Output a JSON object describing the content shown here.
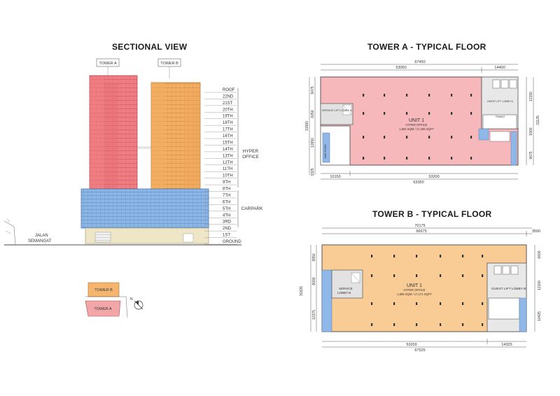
{
  "sectional": {
    "title": "SECTIONAL VIEW",
    "tower_a_label": "TOWER A",
    "tower_b_label": "TOWER B",
    "floors": [
      "ROOF",
      "22ND",
      "21ST",
      "20TH",
      "19TH",
      "18TH",
      "17TH",
      "16TH",
      "15TH",
      "14TH",
      "13TH",
      "12TH",
      "11TH",
      "10TH",
      "9TH",
      "8TH",
      "7TH",
      "6TH",
      "5TH",
      "4TH",
      "3RD",
      "2ND",
      "1ST",
      "GROUND"
    ],
    "zone_hyper": "HYPER OFFICE",
    "zone_carpark": "CARPARK",
    "street_label": "JALAN SEMANGAT"
  },
  "keyplan": {
    "tower_b": "TOWER B",
    "tower_a": "TOWER A",
    "north": "N"
  },
  "tower_a": {
    "title": "TOWER A - TYPICAL FLOOR",
    "dims": {
      "top_total": "67450",
      "top_left": "53050",
      "top_right": "14400",
      "bottom_left": "10150",
      "bottom_mid": "53200",
      "bottom_total": "63350",
      "left_1": "9475",
      "left_2": "6050",
      "left_3": "12650",
      "left_4": "3325",
      "left_total": "31500",
      "right_1": "12150",
      "right_2": "9300",
      "right_3": "9675",
      "right_total": "31125"
    },
    "unit_title": "UNIT 1",
    "unit_type": "HYPER OFFICE",
    "unit_area": "1,604 SQM / 17,265 SQFT",
    "service_lobby": "SERVICE LIFT LOBBY A",
    "guest_lobby": "GUEST LIFT LOBBY A",
    "mech": "M&E ROOM",
    "female": "FEMALE"
  },
  "tower_b": {
    "title": "TOWER B - TYPICAL FLOOR",
    "dims": {
      "top_total": "70175",
      "top_left": "66675",
      "top_right": "3500",
      "bottom_mid": "53200",
      "bottom_right": "14325",
      "bottom_total": "67525",
      "left_1": "9950",
      "left_2": "8000",
      "left_3": "12375",
      "left_total": "30325",
      "right_1": "6600",
      "right_2": "12100",
      "right_3": "10425"
    },
    "unit_title": "UNIT 1",
    "unit_type": "HYPER OFFICE",
    "unit_area": "1,595 SQM / 17,171 SQFT",
    "service_lobby": "SERVICE LOBBY B",
    "guest_lobby": "GUEST LIFT LOBBY B"
  },
  "colors": {
    "tower_a": "#f08a8e",
    "tower_a_light": "#f7c4c6",
    "tower_b": "#f5b56e",
    "tower_b_light": "#f9cc96",
    "carpark": "#8fb8e8",
    "podium": "#efe6c8",
    "core": "#dcdcdc"
  }
}
